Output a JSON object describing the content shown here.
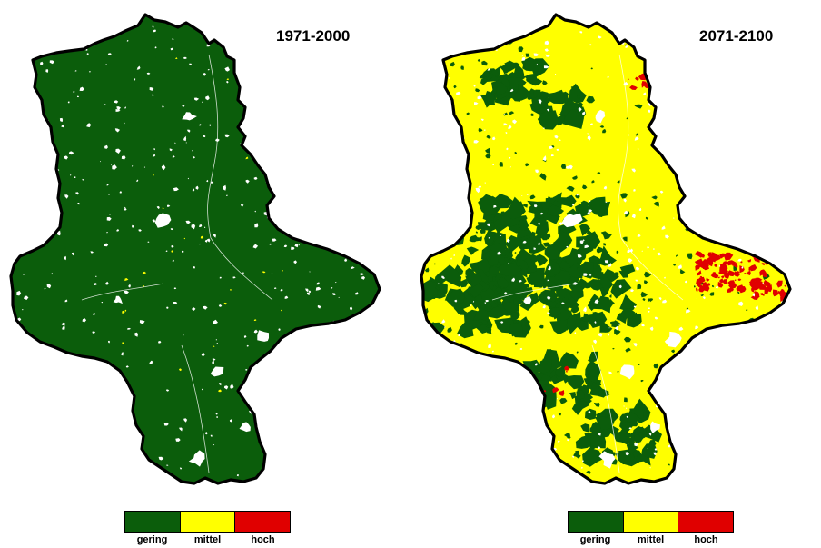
{
  "colors": {
    "gering": "#0b5d0b",
    "mittel": "#ffff00",
    "hoch": "#e00000",
    "background": "#ffffff",
    "border": "#000000"
  },
  "legend": {
    "items": [
      {
        "label": "gering",
        "color": "#0b5d0b"
      },
      {
        "label": "mittel",
        "color": "#ffff00"
      },
      {
        "label": "hoch",
        "color": "#e00000"
      }
    ]
  },
  "maps": [
    {
      "period": "1971-2000",
      "base_class": "gering",
      "secondary_class": "mittel",
      "red_class": "hoch",
      "share_gering": 0.97,
      "share_mittel": 0.01,
      "share_hoch": 0.0,
      "seed": 11
    },
    {
      "period": "2071-2100",
      "base_class": "mittel",
      "secondary_class": "gering",
      "red_class": "hoch",
      "share_gering": 0.25,
      "share_mittel": 0.68,
      "share_hoch": 0.04,
      "seed": 23
    }
  ]
}
